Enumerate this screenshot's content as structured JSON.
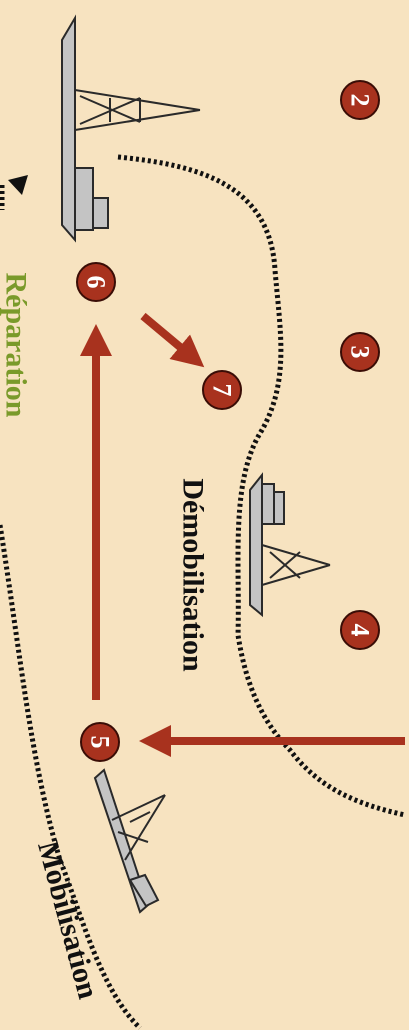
{
  "labels": {
    "reparation": "Réparation",
    "demobilisation": "Démobilisation",
    "mobilisation": "Mobilisation"
  },
  "steps": [
    "2",
    "3",
    "4",
    "5",
    "6",
    "7"
  ],
  "colors": {
    "background": "#f7e3c0",
    "badge": "#a8321e",
    "arrow": "#a8321e",
    "reparation_text": "#7a9a2a",
    "label_text": "#111111",
    "rig": "#c4c4c4"
  }
}
